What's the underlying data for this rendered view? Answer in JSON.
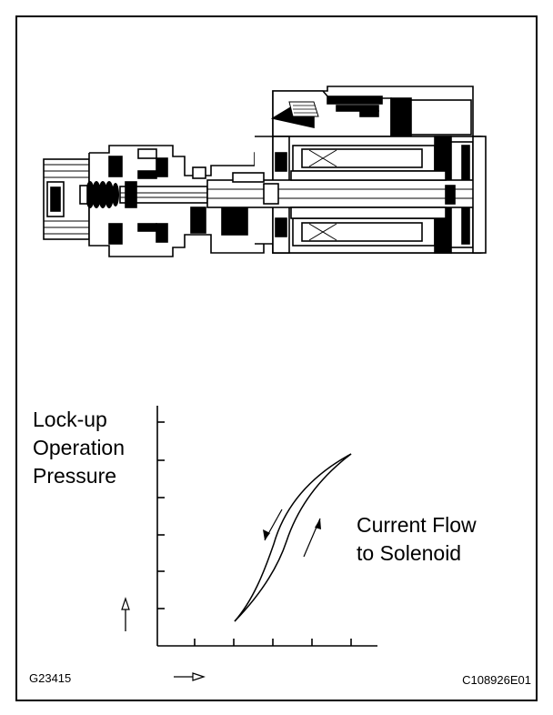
{
  "figure_code": "G23415",
  "doc_code": "C108926E01",
  "y_axis_label": [
    "Lock-up",
    "Operation",
    "Pressure"
  ],
  "x_axis_label": [
    "Current Flow",
    "to Solenoid"
  ]
}
